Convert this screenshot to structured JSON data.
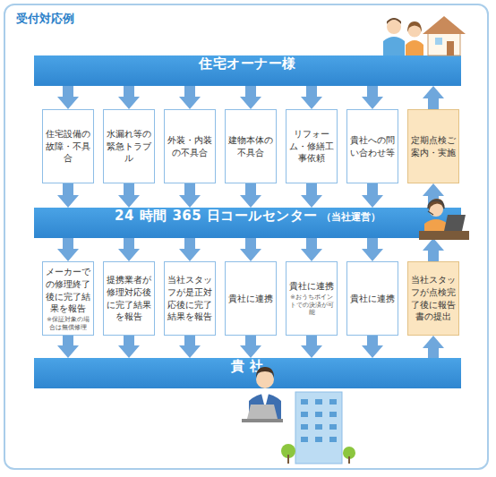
{
  "diagram": {
    "title": "受付対応例",
    "nodes": [
      {
        "text": [
          "住宅オーナー様"
        ]
      },
      {
        "text": [
          "住宅設備の故障・不具合"
        ]
      },
      {
        "text": [
          "水漏れ等の緊急トラブル"
        ]
      },
      {
        "text": [
          "外装・内装の不具合"
        ]
      },
      {
        "text": [
          "建物本体の不具合"
        ]
      },
      {
        "text": [
          "リフォーム・修繕工事依頼"
        ]
      },
      {
        "text": [
          "貴社への問い合わせ等"
        ]
      },
      {
        "text": [
          "定期点検ご案内・実施"
        ]
      },
      {
        "text": [
          "24 時間 365 日コールセンター",
          "（当社運営）"
        ]
      },
      {
        "text": [
          "メーカーでの修理終了後に完了結果を報告",
          "※保証対象の場合は無償修理"
        ]
      },
      {
        "text": [
          "提携業者が修理対応後に完了結果を報告"
        ]
      },
      {
        "text": [
          "当社スタッフが是正対応後に完了結果を報告"
        ]
      },
      {
        "text": [
          "貴社に連携"
        ]
      },
      {
        "text": [
          "貴社に連携",
          "※おうちポイントでの決済が可能"
        ]
      },
      {
        "text": [
          "貴社に連携"
        ]
      },
      {
        "text": [
          "当社スタッフが点検完了後に報告書の提出"
        ]
      },
      {
        "text": [
          "貴 社"
        ]
      }
    ],
    "edges": [
      {
        "from": 0,
        "to": 1,
        "arrow": "to"
      },
      {
        "from": 0,
        "to": 2,
        "arrow": "to"
      },
      {
        "from": 0,
        "to": 3,
        "arrow": "to"
      },
      {
        "from": 0,
        "to": 4,
        "arrow": "to"
      },
      {
        "from": 0,
        "to": 5,
        "arrow": "to"
      },
      {
        "from": 0,
        "to": 6,
        "arrow": "to"
      },
      {
        "from": 7,
        "to": 0,
        "arrow": "to"
      },
      {
        "from": 1,
        "to": 8,
        "arrow": "to"
      },
      {
        "from": 2,
        "to": 8,
        "arrow": "to"
      },
      {
        "from": 3,
        "to": 8,
        "arrow": "to"
      },
      {
        "from": 4,
        "to": 8,
        "arrow": "to"
      },
      {
        "from": 5,
        "to": 8,
        "arrow": "to"
      },
      {
        "from": 6,
        "to": 8,
        "arrow": "to"
      },
      {
        "from": 8,
        "to": 7,
        "arrow": "to"
      },
      {
        "from": 8,
        "to": 9,
        "arrow": "to"
      },
      {
        "from": 8,
        "to": 10,
        "arrow": "to"
      },
      {
        "from": 8,
        "to": 11,
        "arrow": "to"
      },
      {
        "from": 8,
        "to": 12,
        "arrow": "to"
      },
      {
        "from": 8,
        "to": 13,
        "arrow": "to"
      },
      {
        "from": 8,
        "to": 14,
        "arrow": "to"
      },
      {
        "from": 15,
        "to": 8,
        "arrow": "to"
      },
      {
        "from": 9,
        "to": 16,
        "arrow": "to"
      },
      {
        "from": 10,
        "to": 16,
        "arrow": "to"
      },
      {
        "from": 11,
        "to": 16,
        "arrow": "to"
      },
      {
        "from": 12,
        "to": 16,
        "arrow": "to"
      },
      {
        "from": 13,
        "to": 16,
        "arrow": "to"
      },
      {
        "from": 14,
        "to": 16,
        "arrow": "to"
      },
      {
        "from": 16,
        "to": 15,
        "arrow": "to"
      }
    ]
  }
}
